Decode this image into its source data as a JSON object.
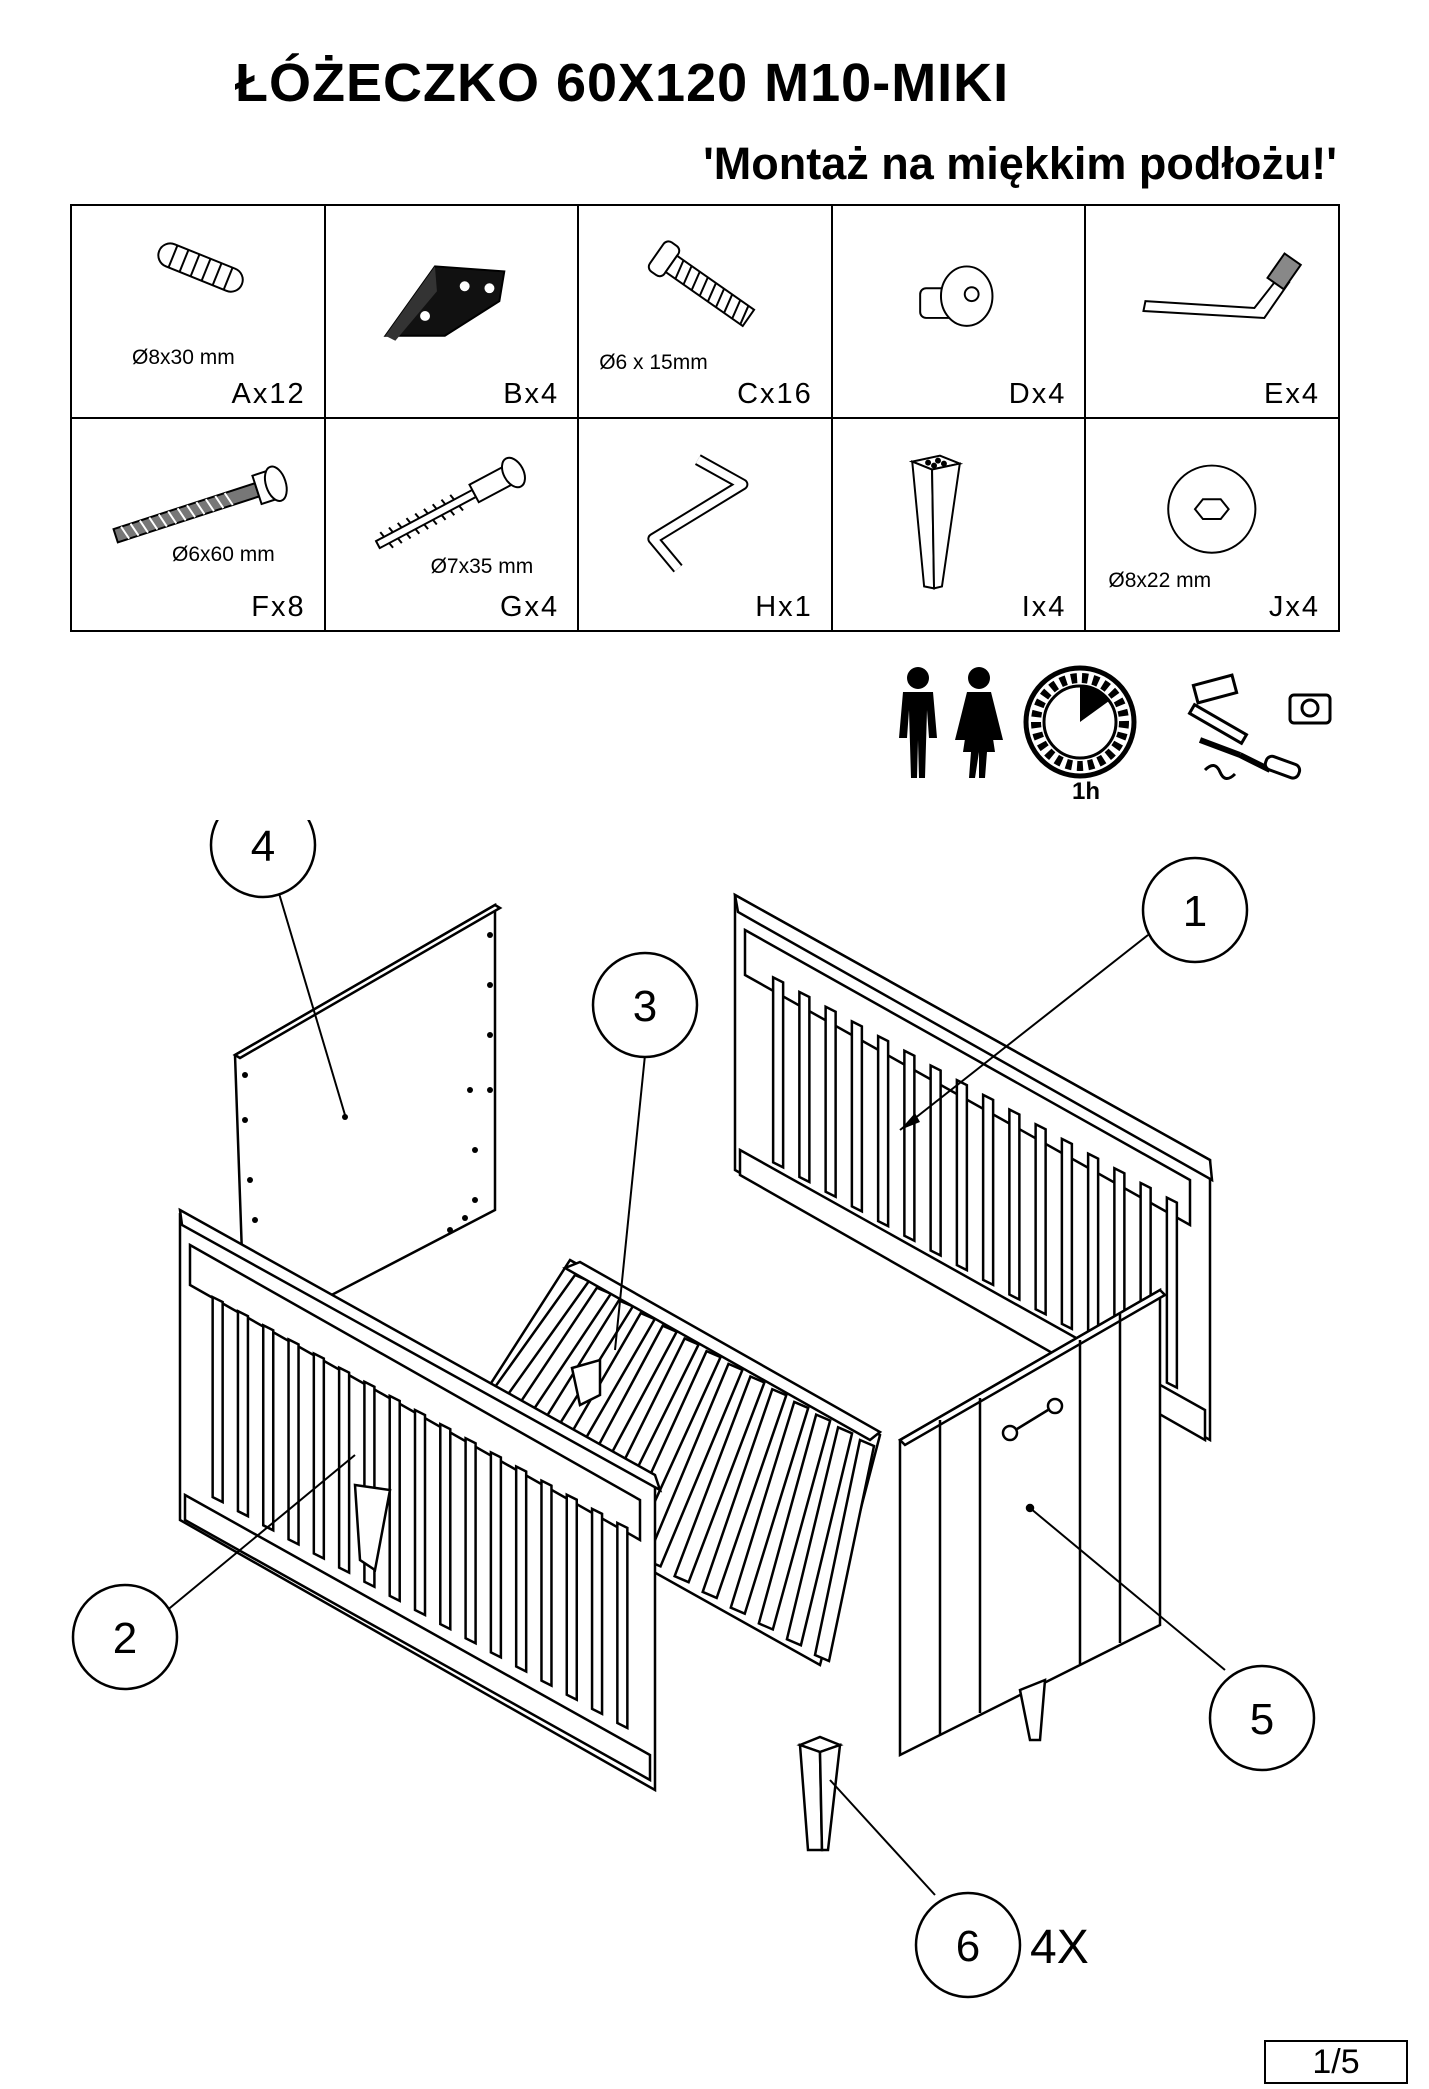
{
  "header": {
    "title": "ŁÓŻECZKO 60X120 M10-MIKI",
    "subtitle": "'Montaż na miękkim podłożu!'"
  },
  "parts": [
    {
      "icon": "dowel-icon",
      "dimension": "Ø8x30 mm",
      "code": "Ax12"
    },
    {
      "icon": "corner-bracket-icon",
      "dimension": "",
      "code": "Bx4"
    },
    {
      "icon": "bolt-icon",
      "dimension": "Ø6 x 15mm",
      "code": "Cx16"
    },
    {
      "icon": "barrel-nut-icon",
      "dimension": "",
      "code": "Dx4"
    },
    {
      "icon": "pin-icon",
      "dimension": "",
      "code": "Ex4"
    },
    {
      "icon": "long-bolt-icon",
      "dimension": "Ø6x60 mm",
      "code": "Fx8"
    },
    {
      "icon": "connector-screw-icon",
      "dimension": "Ø7x35 mm",
      "code": "Gx4"
    },
    {
      "icon": "allen-key-icon",
      "dimension": "",
      "code": "Hx1"
    },
    {
      "icon": "leg-icon",
      "dimension": "",
      "code": "Ix4"
    },
    {
      "icon": "washer-icon",
      "dimension": "Ø8x22 mm",
      "code": "Jx4"
    }
  ],
  "assembly": {
    "time": "1h",
    "callouts": [
      "1",
      "2",
      "3",
      "4",
      "5",
      "6"
    ],
    "leg_quantity": "4X"
  },
  "page": "1/5"
}
